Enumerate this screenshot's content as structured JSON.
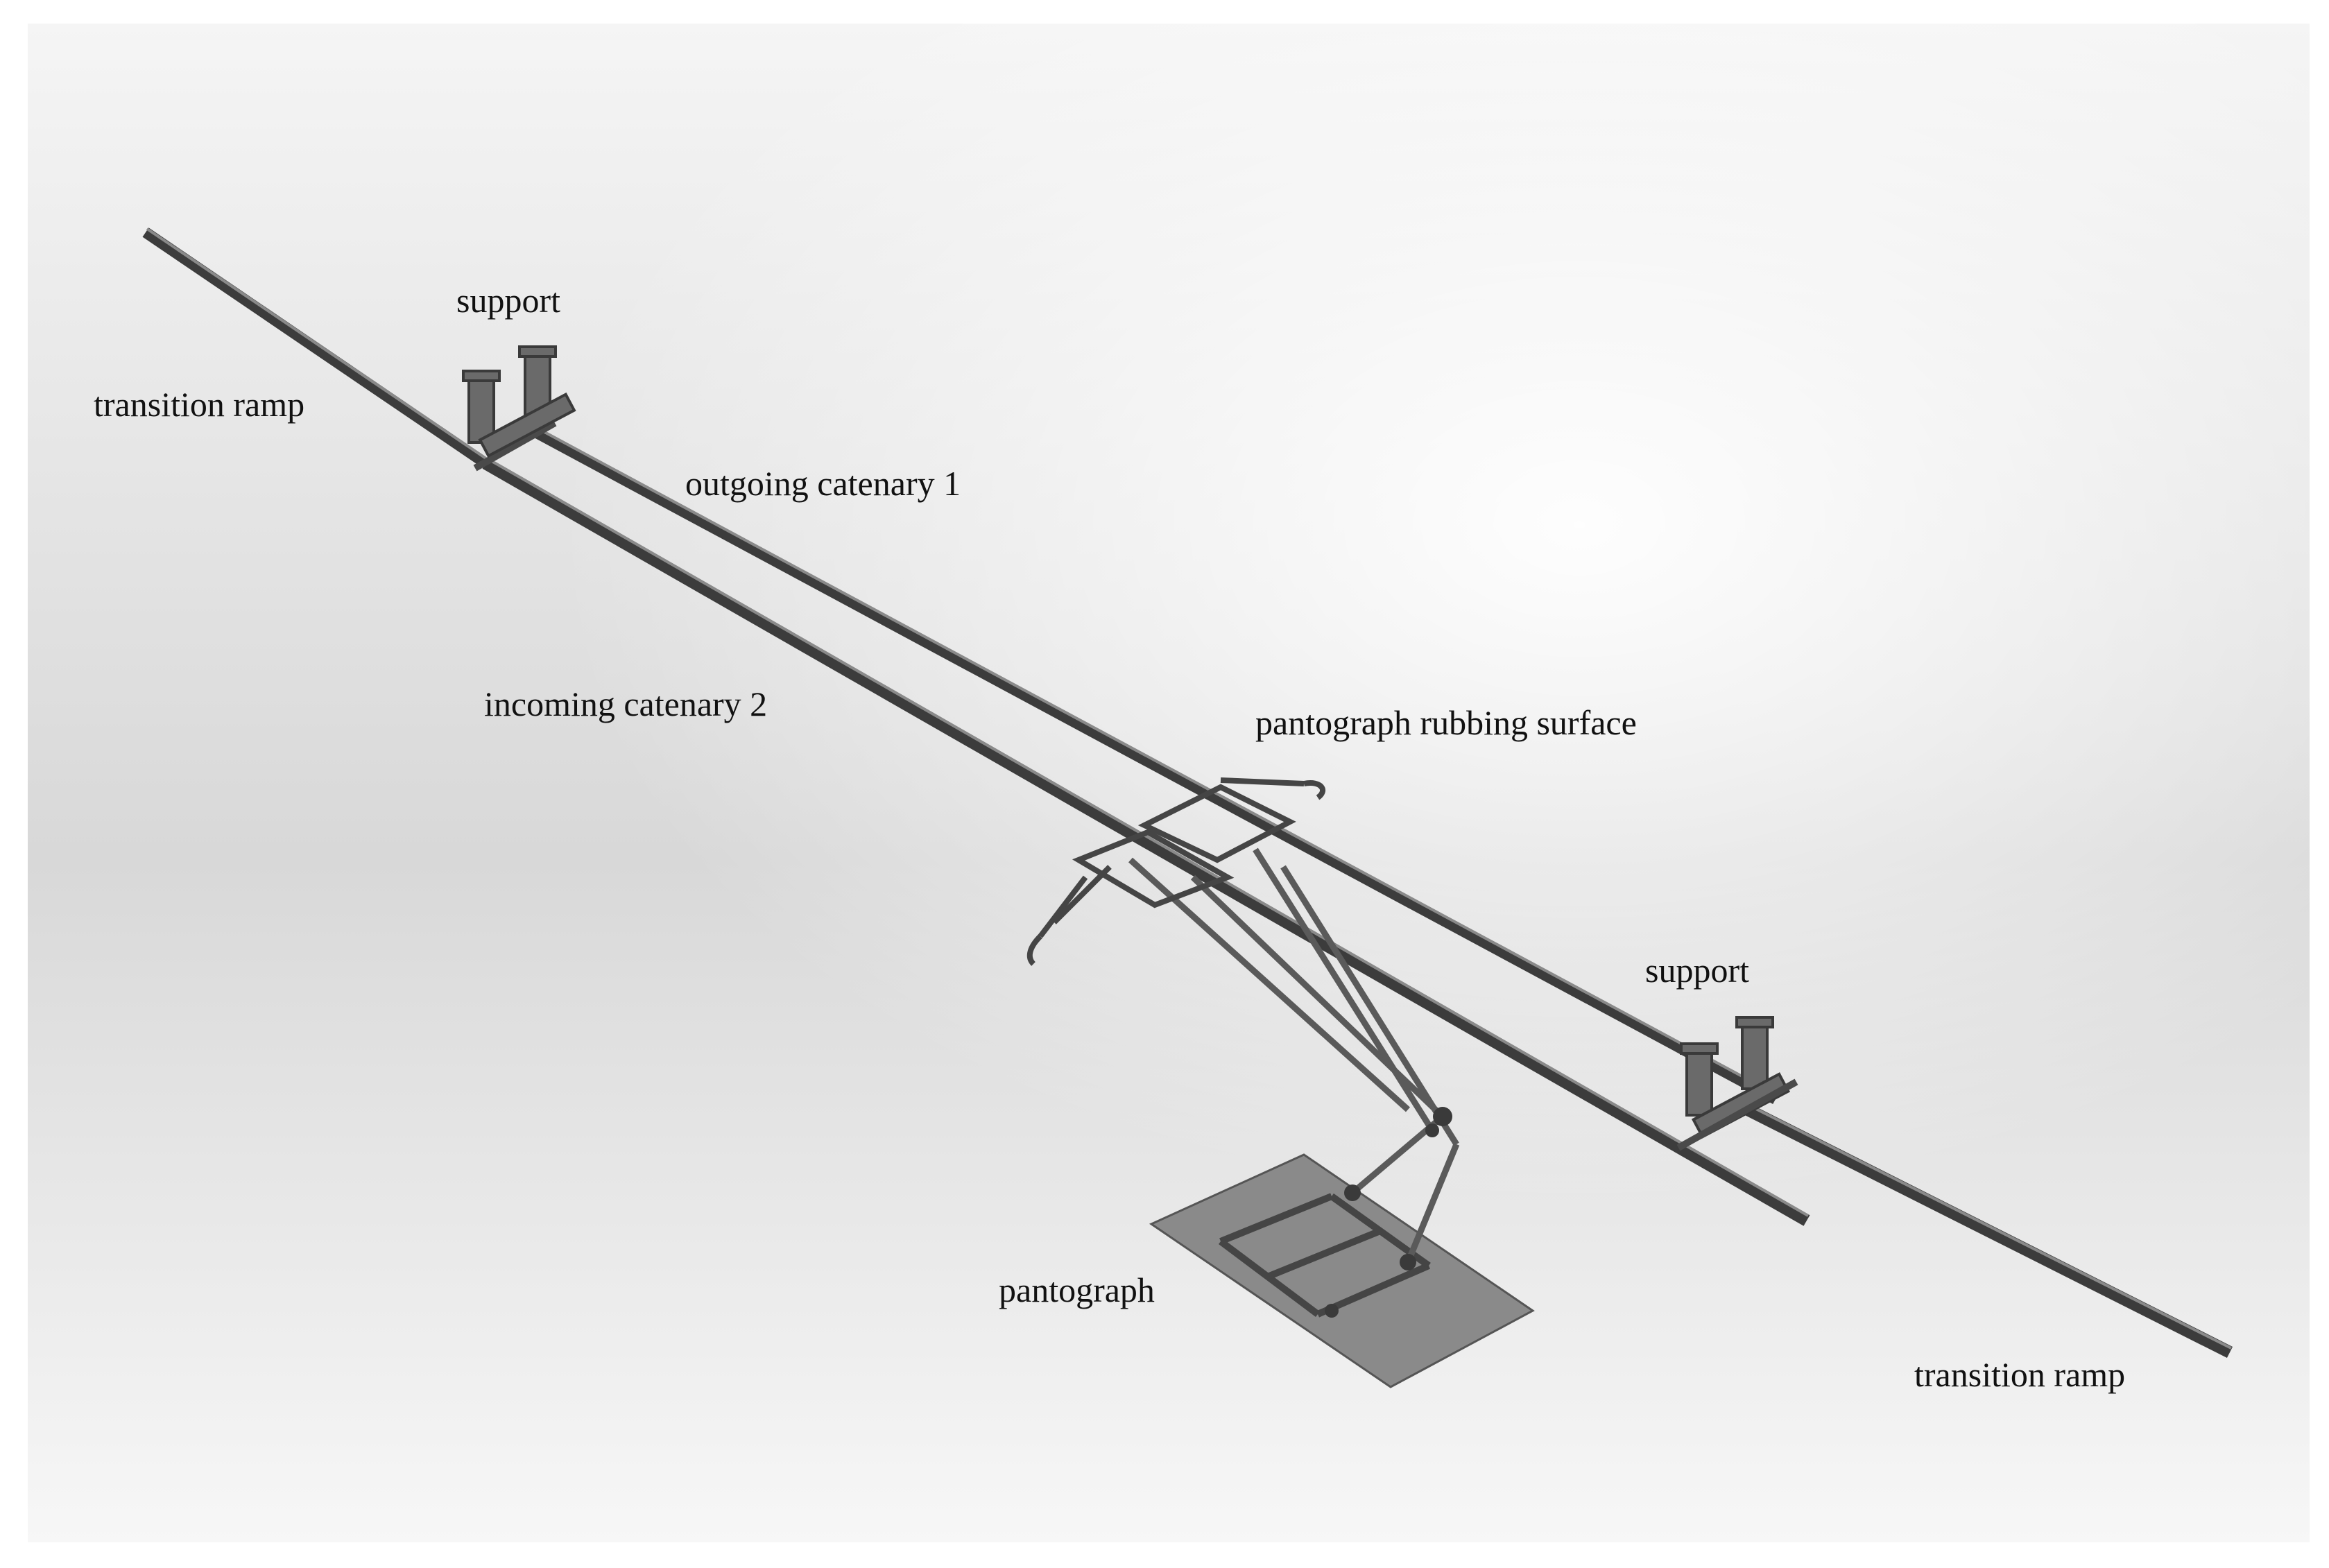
{
  "labels": {
    "support_left": "support",
    "transition_ramp_left": "transition ramp",
    "outgoing_catenary": "outgoing catenary 1",
    "incoming_catenary": "incoming catenary 2",
    "rubbing_surface": "pantograph rubbing surface",
    "support_right": "support",
    "pantograph": "pantograph",
    "transition_ramp_right": "transition ramp"
  },
  "colors": {
    "background_light": "#f7f7f7",
    "background_mid": "#d9d9d9",
    "rail_dark": "#3c3c3c",
    "rail_mid": "#777777",
    "base_plate": "#8a8a8a",
    "structure": "#5a5a5a"
  }
}
